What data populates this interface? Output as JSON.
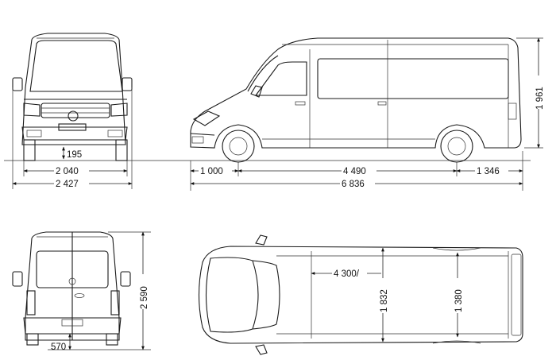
{
  "dimensions": {
    "front_ground_clearance": "195",
    "front_track": "2 040",
    "front_width_mirrors": "2 427",
    "side_front_overhang": "1 000",
    "side_wheelbase": "4 490",
    "side_rear_overhang": "1 346",
    "side_overall_length": "6 836",
    "side_height": "1 961",
    "rear_height": "2 590",
    "rear_step_height": "570",
    "top_cargo_length": "4 300/",
    "top_width_1": "1 832",
    "top_width_2": "1 380"
  },
  "colors": {
    "line": "#1a1a1a",
    "background": "#ffffff"
  }
}
